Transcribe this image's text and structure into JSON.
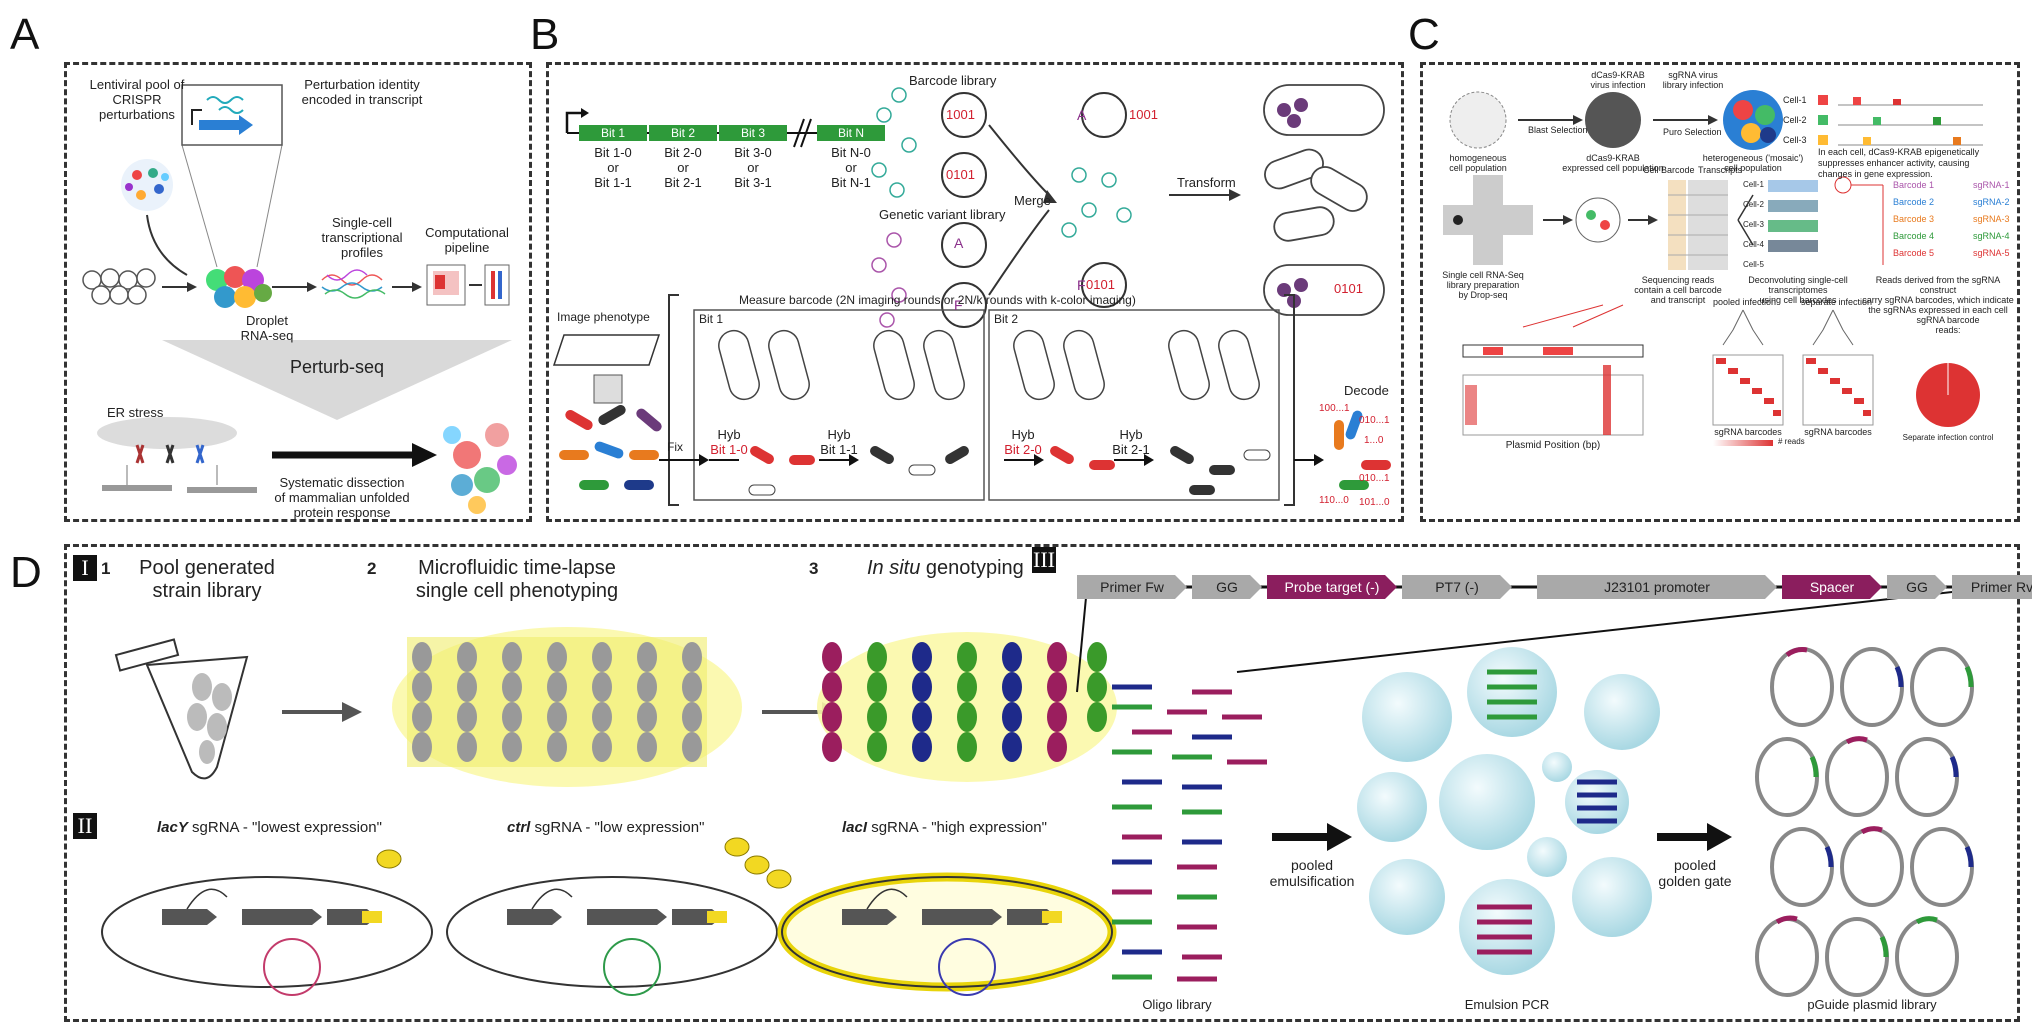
{
  "panels": {
    "A": {
      "letter": "A",
      "lentiviral": "Lentiviral pool of\nCRISPR perturbations",
      "identity": "Perturbation identity\nencoded in transcript",
      "single_cell": "Single-cell\ntranscriptional\nprofiles",
      "computational": "Computational\npipeline",
      "droplet": "Droplet\nRNA-seq",
      "perturb_seq": "Perturb-seq",
      "er_stress": "ER stress",
      "systematic": "Systematic dissection\nof mammalian unfolded\nprotein response"
    },
    "B": {
      "letter": "B",
      "bits": [
        {
          "label": "Bit 1",
          "sub": [
            "Bit 1-0",
            "or",
            "Bit 1-1"
          ]
        },
        {
          "label": "Bit 2",
          "sub": [
            "Bit 2-0",
            "or",
            "Bit 2-1"
          ]
        },
        {
          "label": "Bit 3",
          "sub": [
            "Bit 3-0",
            "or",
            "Bit 3-1"
          ]
        },
        {
          "label": "Bit N",
          "sub": [
            "Bit N-0",
            "or",
            "Bit N-1"
          ]
        }
      ],
      "barcode_library": "Barcode library",
      "genetic_variant_library": "Genetic variant library",
      "merge": "Merge",
      "transform": "Transform",
      "codes": [
        "1001",
        "0101",
        "1001",
        "0101",
        "0101"
      ],
      "variants": [
        "A",
        "F",
        "A",
        "F"
      ],
      "image_phenotype": "Image phenotype",
      "measure_barcode": "Measure barcode (2N imaging rounds or 2N/k rounds with k-color imaging)",
      "bit1": "Bit 1",
      "bit2": "Bit 2",
      "fix": "Fix",
      "hyb": [
        "Hyb",
        "Hyb",
        "Hyb",
        "Hyb"
      ],
      "hyb_bits": [
        "Bit 1-0",
        "Bit 1-1",
        "Bit 2-0",
        "Bit 2-1"
      ],
      "decode": "Decode",
      "decode_codes": [
        "100...1",
        "010...1",
        "1...0",
        "010...1",
        "110...0",
        "101...0"
      ]
    },
    "C": {
      "letter": "C",
      "dcas9_virus": "dCas9-KRAB\nvirus infection",
      "blast": "Blast Selection",
      "sgrna_virus": "sgRNA virus\nlibrary infection",
      "puro": "Puro Selection",
      "homogeneous": "homogeneous\ncell population",
      "dcas9_expressed": "dCas9-KRAB\nexpressed cell population",
      "heterogeneous": "heterogeneous ('mosaic')\ncell population",
      "epigenetic": "In each cell, dCas9-KRAB epigenetically\nsuppresses enhancer activity, causing\nchanges in gene expression.",
      "cells": [
        "Cell-1",
        "Cell-2",
        "Cell-3"
      ],
      "cell_barcode": "Cell Barcode",
      "transcripts": "Transcripts",
      "drop_seq": "Single cell RNA-Seq\nlibrary preparation\nby Drop-seq",
      "sequencing": "Sequencing reads\ncontain a cell barcode\nand transcript",
      "deconvoluting": "Deconvoluting single-cell\ntranscriptomes\nusing cell barcodes",
      "reads_derived": "Reads derived from the sgRNA construct\ncarry sgRNA barcodes, which indicate\nthe sgRNAs expressed in each cell",
      "barcodes": [
        "Barcode 1",
        "Barcode 2",
        "Barcode 3",
        "Barcode 4",
        "Barcode 5"
      ],
      "sgrnas": [
        "sgRNA-1",
        "sgRNA-2",
        "sgRNA-3",
        "sgRNA-4",
        "sgRNA-5"
      ],
      "cell_rows": [
        "Cell-1",
        "Cell-2",
        "Cell-3",
        "Cell-4",
        "Cell-5"
      ],
      "plasmid_position": "Plasmid Position (bp)",
      "pooled_infection": "pooled infection",
      "separate_infection": "separate infection",
      "sgrna_barcodes": "sgRNA barcodes",
      "sgrna_barcode_reads": "sgRNA barcode\nreads:",
      "separate_control": "Separate infection control",
      "reads_label": "# reads"
    },
    "D": {
      "letter": "D",
      "roman": [
        "I",
        "II",
        "III"
      ],
      "step1_num": "1",
      "step1": "Pool generated\nstrain library",
      "step2_num": "2",
      "step2": "Microfluidic time-lapse\nsingle cell phenotyping",
      "step3_num": "3",
      "step3_italic": "In situ",
      "step3_rest": " genotyping",
      "sg1_gene": "lacY",
      "sg1_rest": " sgRNA - \"lowest expression\"",
      "sg2_gene": "ctrl",
      "sg2_rest": " sgRNA - \"low expression\"",
      "sg3_gene": "lacI",
      "sg3_rest": " sgRNA - \"high expression\"",
      "construct": [
        {
          "label": "Primer Fw",
          "color": "#a9a9a9"
        },
        {
          "label": "GG",
          "color": "#a9a9a9"
        },
        {
          "label": "Probe target (-)",
          "color": "#8b1e5e"
        },
        {
          "label": "PT7 (-)",
          "color": "#a9a9a9"
        },
        {
          "label": "J23101 promoter",
          "color": "#a9a9a9"
        },
        {
          "label": "Spacer",
          "color": "#8b1e5e"
        },
        {
          "label": "GG",
          "color": "#a9a9a9"
        },
        {
          "label": "Primer Rv",
          "color": "#a9a9a9"
        }
      ],
      "pooled_emulsification": "pooled\nemulsification",
      "pooled_golden_gate": "pooled\ngolden gate",
      "oligo_library": "Oligo library",
      "emulsion_pcr": "Emulsion PCR",
      "pguide": "pGuide plasmid library"
    }
  }
}
